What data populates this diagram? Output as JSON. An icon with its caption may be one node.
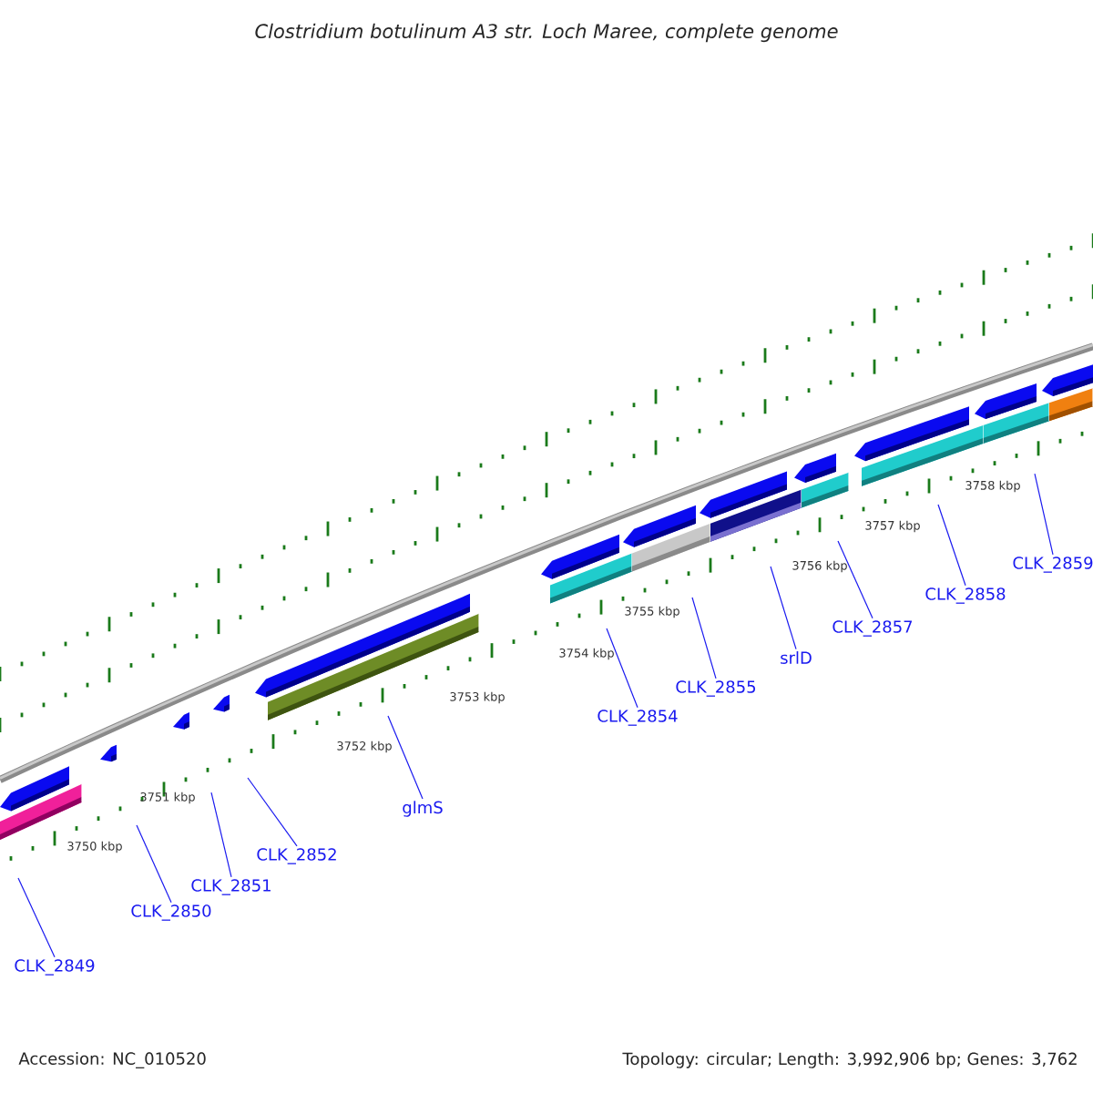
{
  "diagram": {
    "title": "Clostridium botulinum A3 str. Loch Maree, complete genome",
    "nodes": [
      {
        "text": [
          "CLK_2849"
        ]
      },
      {
        "text": [
          "CLK_2850"
        ]
      },
      {
        "text": [
          "CLK_2851"
        ]
      },
      {
        "text": [
          "CLK_2852"
        ]
      },
      {
        "text": [
          "glmS"
        ]
      },
      {
        "text": [
          "CLK_2854"
        ]
      },
      {
        "text": [
          "CLK_2855"
        ]
      },
      {
        "text": [
          "srlD"
        ]
      },
      {
        "text": [
          "CLK_2857"
        ]
      },
      {
        "text": [
          "CLK_2858"
        ]
      },
      {
        "text": [
          "CLK_2859"
        ]
      }
    ],
    "edges": [
      {
        "from": 0,
        "to": null,
        "arrow": "none"
      },
      {
        "from": 1,
        "to": null,
        "arrow": "none"
      },
      {
        "from": 2,
        "to": null,
        "arrow": "none"
      },
      {
        "from": 3,
        "to": null,
        "arrow": "none"
      },
      {
        "from": 4,
        "to": null,
        "arrow": "none"
      },
      {
        "from": 5,
        "to": null,
        "arrow": "none"
      },
      {
        "from": 6,
        "to": null,
        "arrow": "none"
      },
      {
        "from": 7,
        "to": null,
        "arrow": "none"
      },
      {
        "from": 8,
        "to": null,
        "arrow": "none"
      },
      {
        "from": 9,
        "to": null,
        "arrow": "none"
      },
      {
        "from": 10,
        "to": null,
        "arrow": "none"
      }
    ],
    "labels": [
      "3750 kbp",
      "3751 kbp",
      "3752 kbp",
      "3753 kbp",
      "3754 kbp",
      "3755 kbp",
      "3756 kbp",
      "3757 kbp",
      "3758 kbp",
      "Accession: NC_010520",
      "Topology: circular; Length: 3,992,906 bp; Genes: 3,762"
    ]
  }
}
